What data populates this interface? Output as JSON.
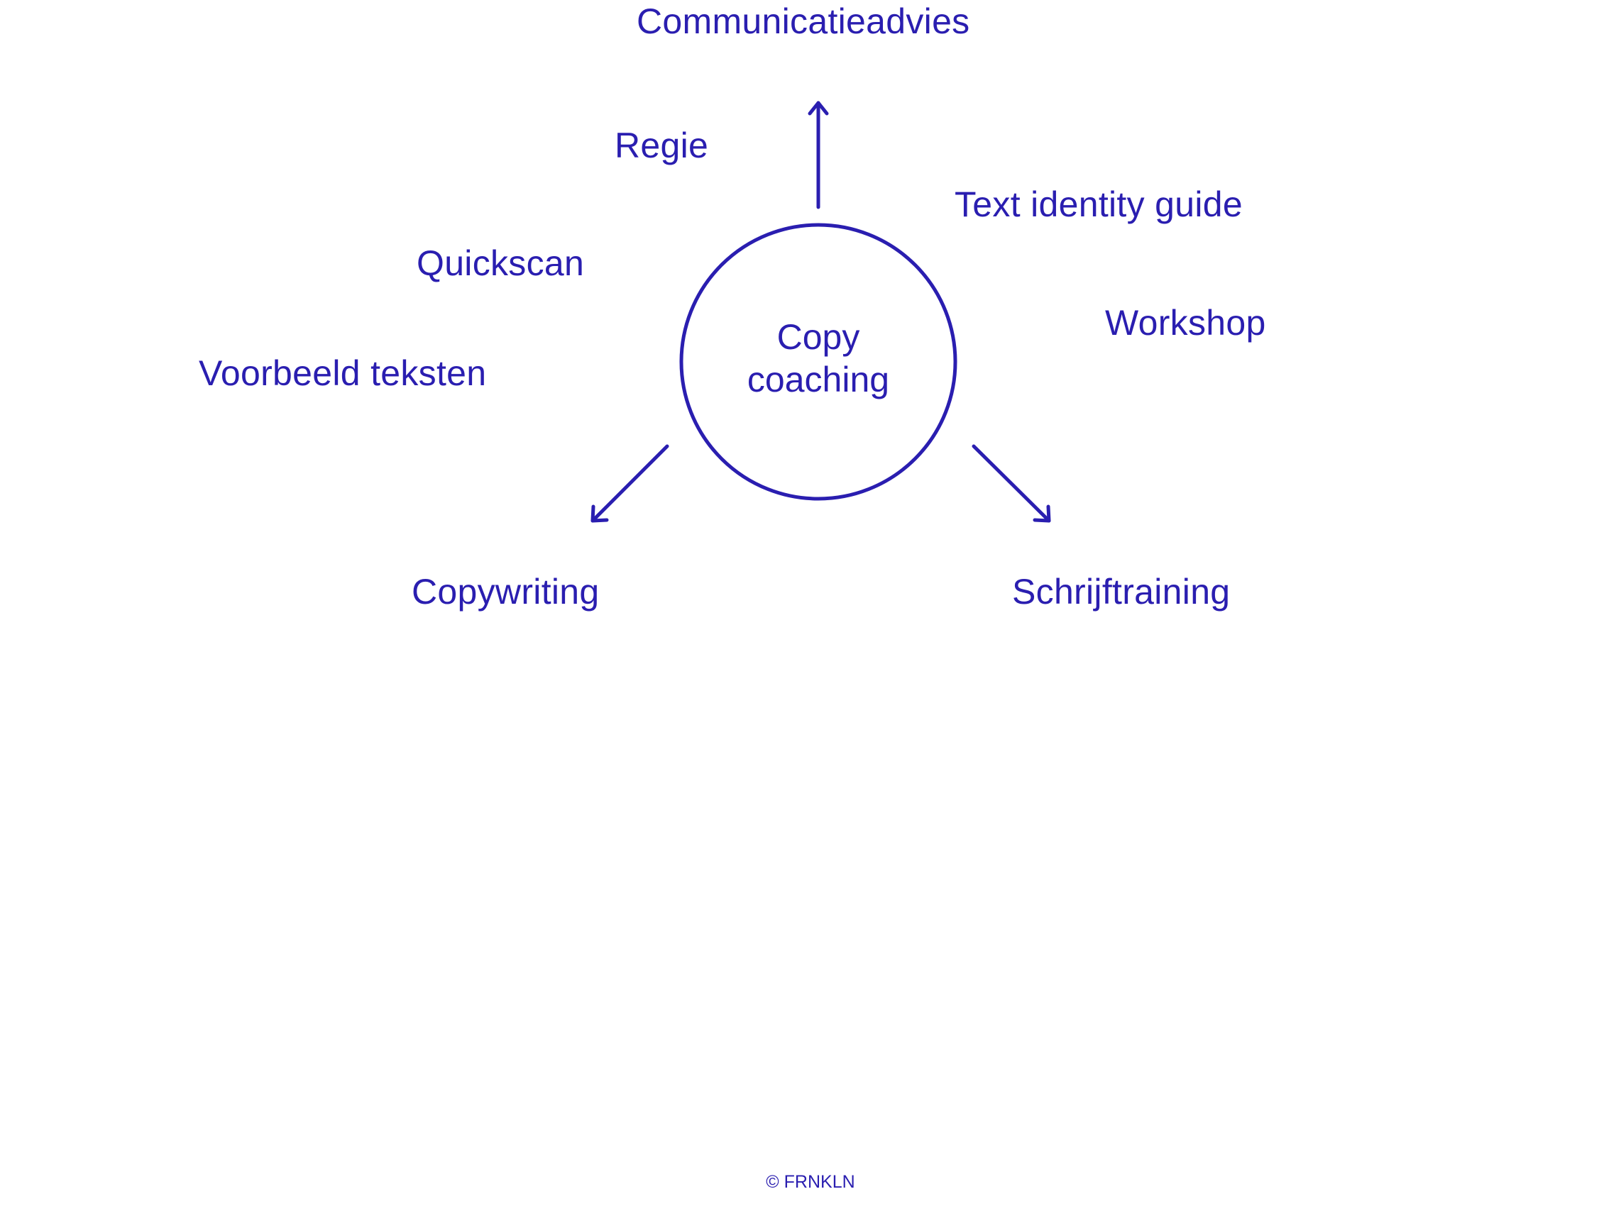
{
  "colors": {
    "ink": "#2a1eb0",
    "background": "#ffffff"
  },
  "center": {
    "line1": "Copy",
    "line2": "coaching"
  },
  "labels": {
    "communicatieadvies": "Communicatieadvies",
    "regie": "Regie",
    "text_identity_guide": "Text identity guide",
    "quickscan": "Quickscan",
    "workshop": "Workshop",
    "voorbeeld_teksten": "Voorbeeld teksten",
    "copywriting": "Copywriting",
    "schrijftraining": "Schrijftraining"
  },
  "footer": {
    "copyright": "© FRNKLN"
  }
}
